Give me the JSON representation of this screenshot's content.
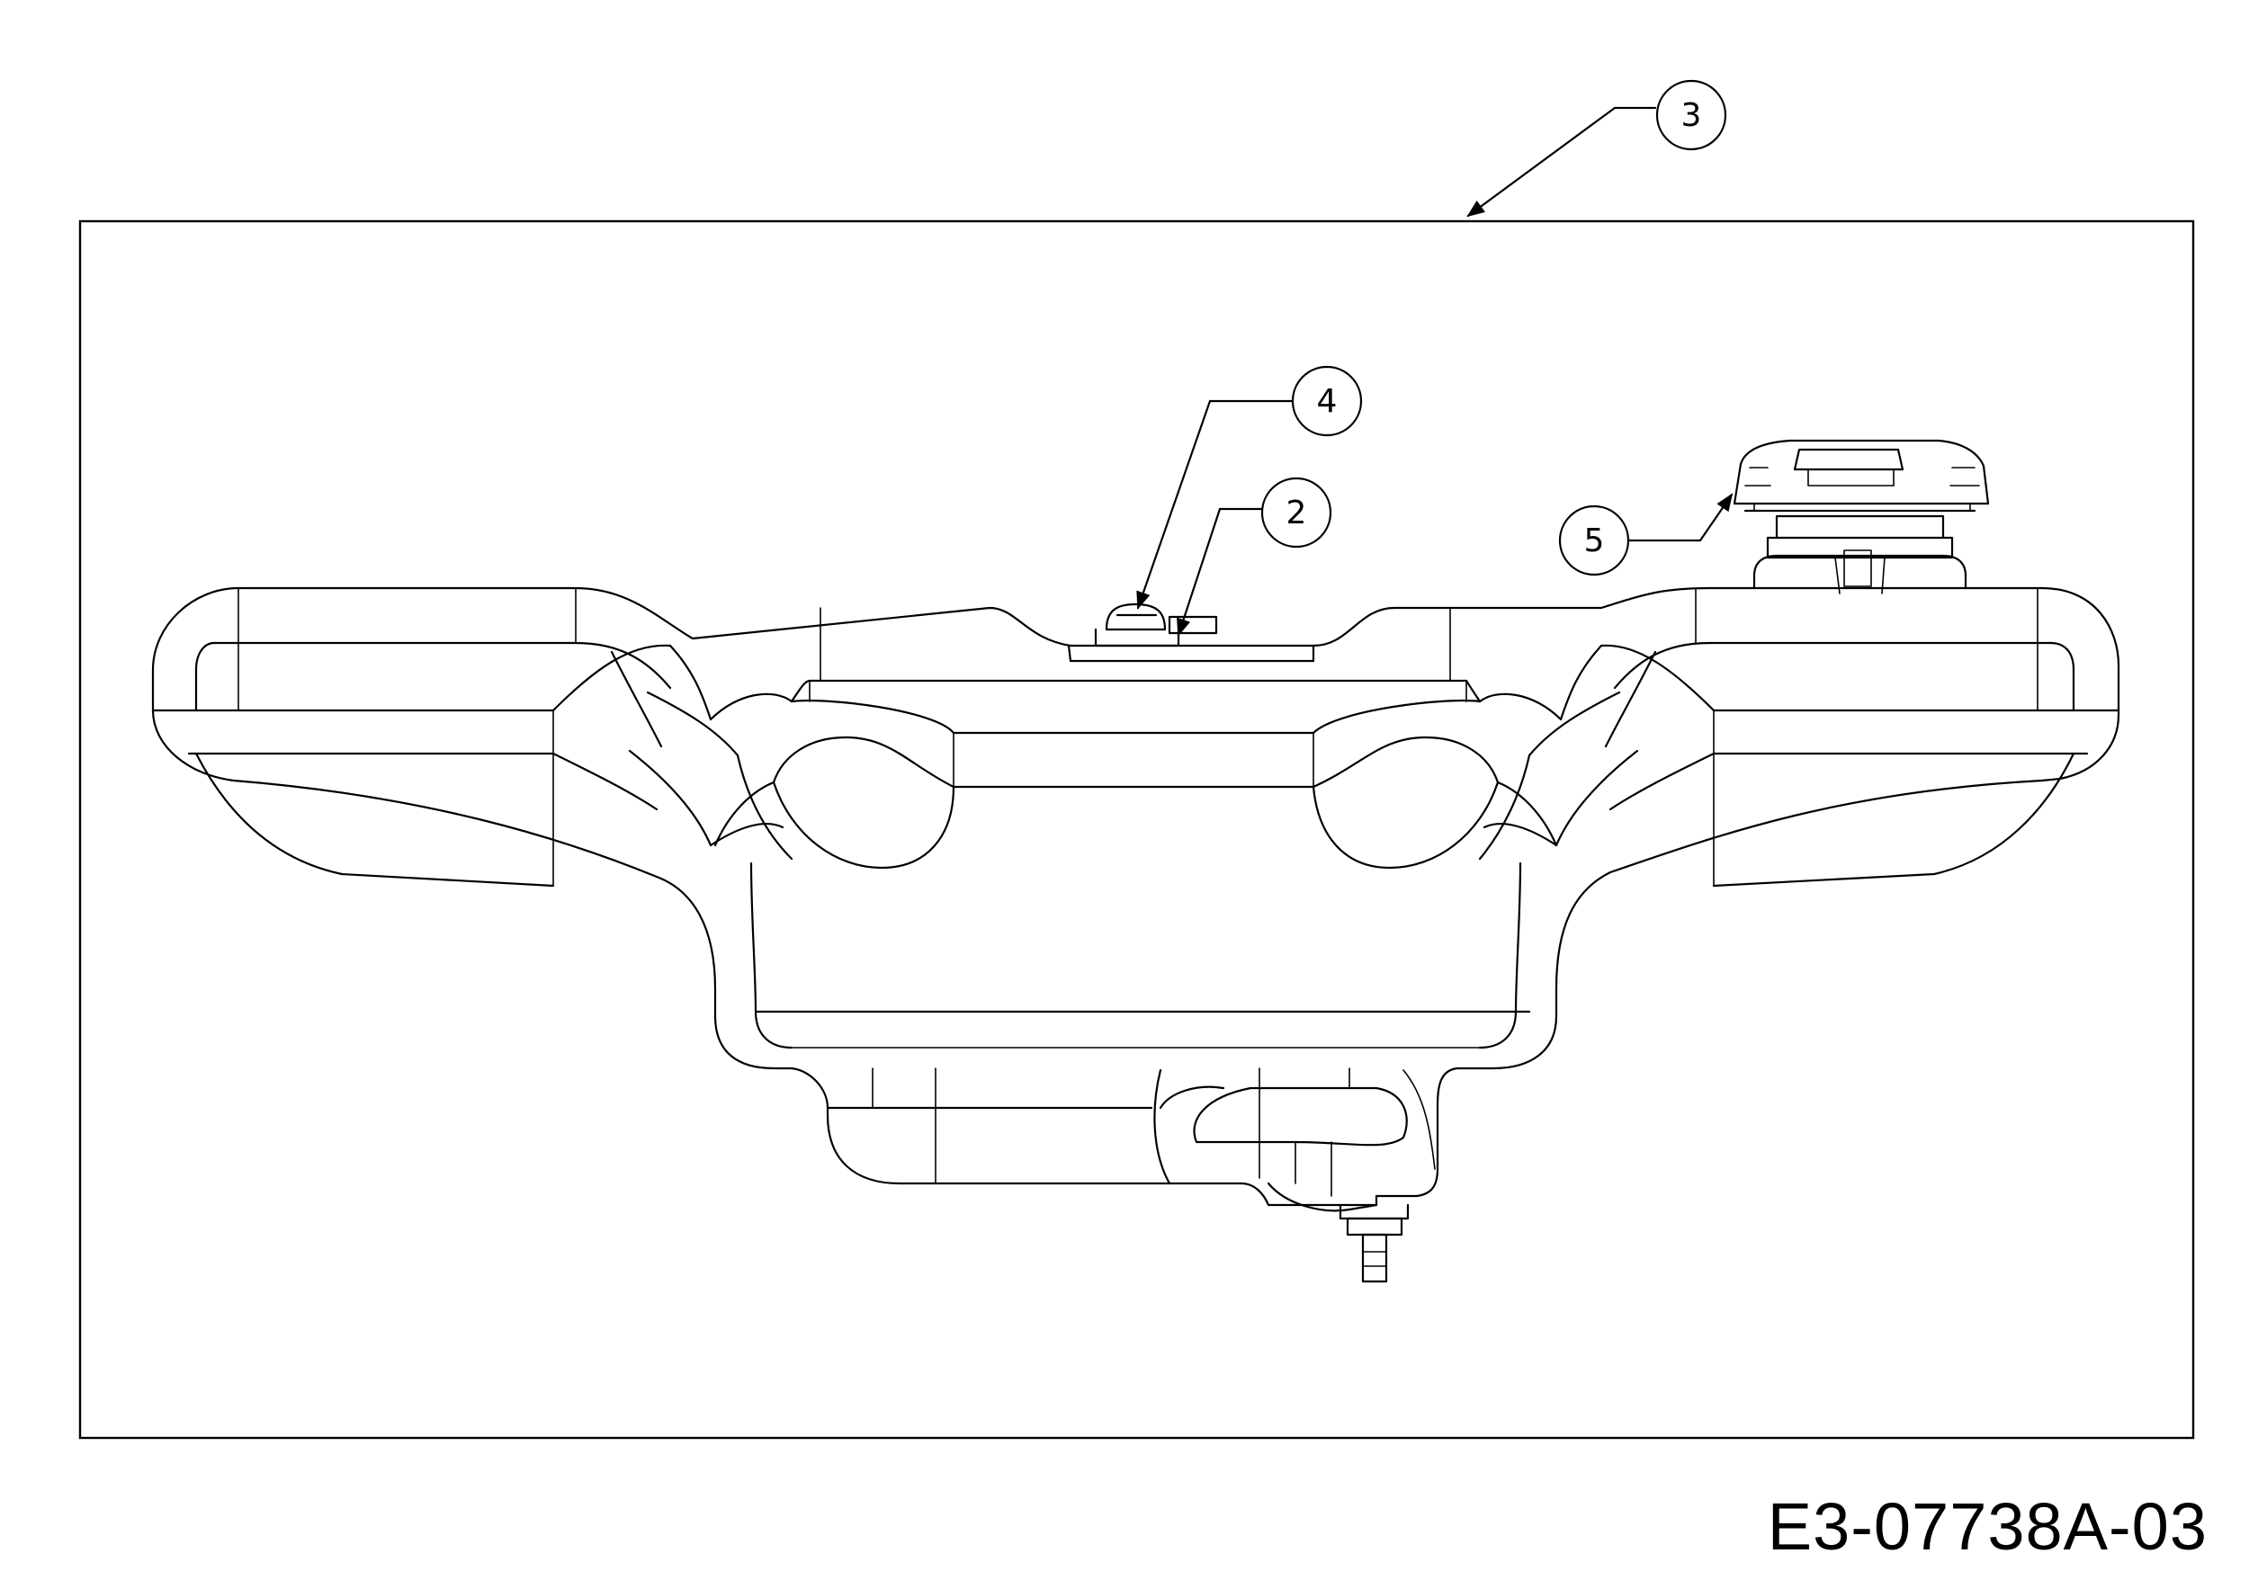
{
  "drawing_number": "E3-07738A-03",
  "callouts": [
    {
      "id": "3"
    },
    {
      "id": "4"
    },
    {
      "id": "2"
    },
    {
      "id": "5"
    }
  ]
}
